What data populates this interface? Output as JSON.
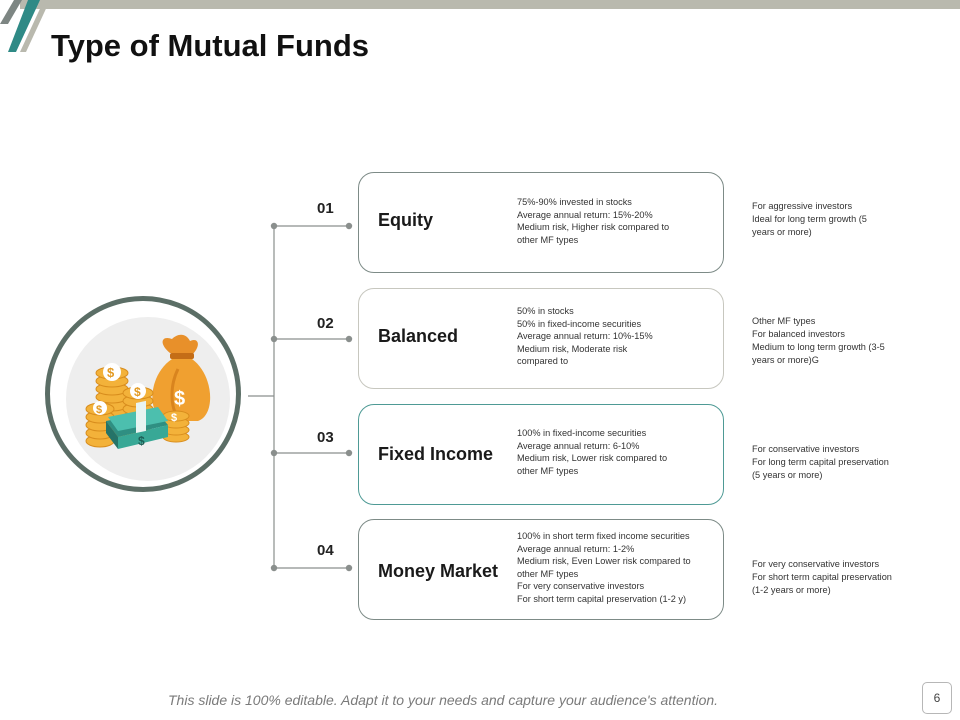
{
  "slide": {
    "title": "Type of Mutual Funds",
    "footer": "This slide is 100% editable. Adapt it to your needs and capture your audience's attention.",
    "page_number": "6"
  },
  "funds": [
    {
      "number": "01",
      "name": "Equity",
      "details": [
        "75%-90% invested in stocks",
        "Average annual return: 15%-20%",
        "Medium  risk, Higher risk compared to",
        "other MF  types"
      ],
      "investors": [
        "For aggressive investors",
        "Ideal  for long term growth (5",
        "years or more)"
      ]
    },
    {
      "number": "02",
      "name": "Balanced",
      "details": [
        "50% in stocks",
        "50% in  fixed-income securities",
        "Average annual return: 10%-15%",
        "Medium  risk, Moderate risk",
        "compared to"
      ],
      "investors": [
        "Other MF types",
        "For balanced investors",
        "Medium  to long term growth (3-5",
        "years or more)G"
      ]
    },
    {
      "number": "03",
      "name": "Fixed Income",
      "details": [
        "100% in  fixed-income securities",
        "Average annual return: 6-10%",
        "Medium  risk, Lower risk compared to",
        "other MF  types"
      ],
      "investors": [
        "For conservative investors",
        "For long term capital preservation",
        "(5 years or more)"
      ]
    },
    {
      "number": "04",
      "name": "Money Market",
      "details": [
        "100% in  short term fixed income securities",
        "Average annual return: 1-2%",
        "Medium  risk, Even Lower risk compared to",
        "other MF  types",
        "For very conservative investors",
        "For short term capital preservation (1-2 y)"
      ],
      "investors": [
        "For very conservative investors",
        "For short term capital preservation",
        "(1-2 years or more)"
      ]
    }
  ],
  "colors": {
    "accent_teal": "#2f8a86",
    "connector_gray": "#8a8f8d",
    "ring": "#5b6e66",
    "coin_gold": "#f0a830",
    "bag_orange": "#e8902a",
    "cash_green": "#3aaa9a"
  },
  "icons": [
    "money-bag-icon",
    "coin-stack-icon",
    "cash-bundle-icon"
  ]
}
